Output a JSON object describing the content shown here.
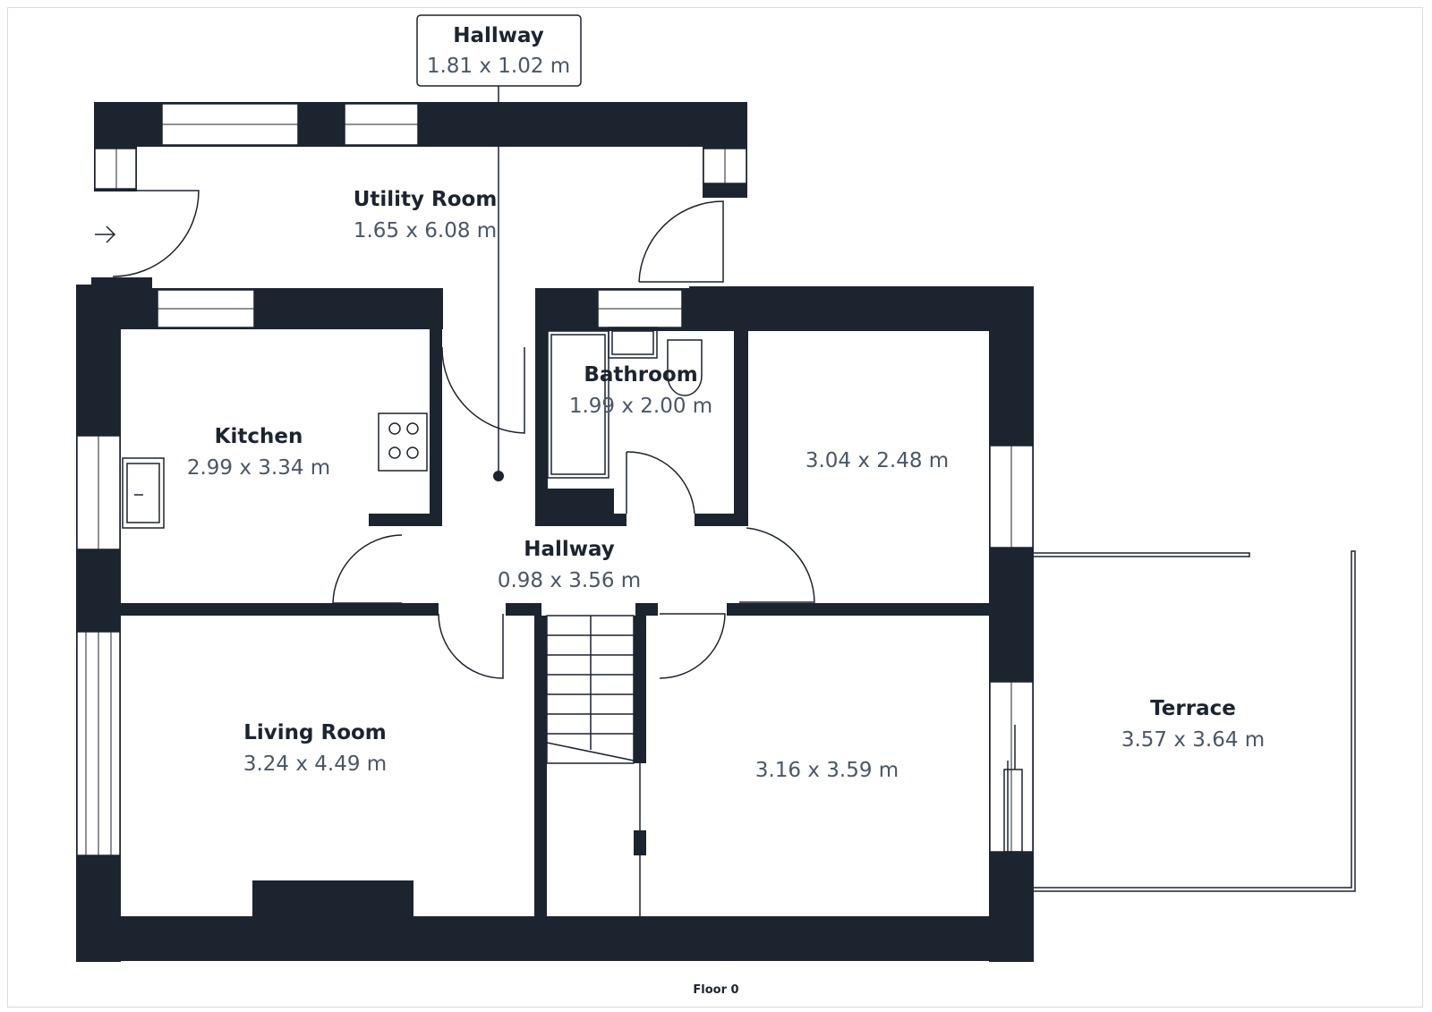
{
  "colors": {
    "wall": "#1c2430",
    "text_dark": "#1c2430",
    "text_muted": "#4a5766",
    "background": "#ffffff"
  },
  "callout": {
    "name": "Hallway",
    "size": "1.81 x 1.02 m"
  },
  "rooms": {
    "utility": {
      "name": "Utility Room",
      "size": "1.65 x 6.08 m"
    },
    "kitchen": {
      "name": "Kitchen",
      "size": "2.99 x 3.34 m"
    },
    "bathroom": {
      "name": "Bathroom",
      "size": "1.99 x 2.00 m"
    },
    "bedroom_top": {
      "size": "3.04 x 2.48 m"
    },
    "hallway": {
      "name": "Hallway",
      "size": "0.98 x 3.56 m"
    },
    "living": {
      "name": "Living Room",
      "size": "3.24 x 4.49 m"
    },
    "bedroom_bottom": {
      "size": "3.16 x 3.59 m"
    },
    "terrace": {
      "name": "Terrace",
      "size": "3.57 x 3.64 m"
    }
  },
  "floor_label": "Floor 0",
  "icons": [
    "entrance-arrow-icon",
    "stove-icon",
    "sink-icon",
    "bathtub-icon",
    "toilet-icon",
    "staircase-icon"
  ]
}
